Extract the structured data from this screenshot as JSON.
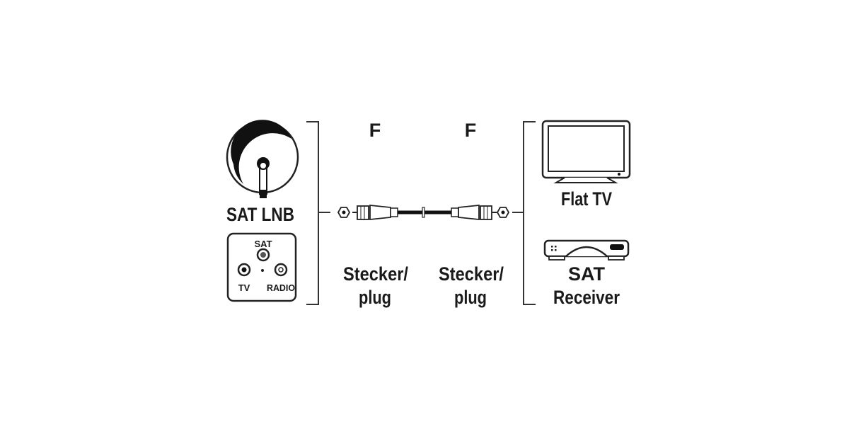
{
  "source": {
    "dish_label": "SAT LNB",
    "socket_labels": {
      "sat": "SAT",
      "tv": "TV",
      "radio": "RADIO"
    }
  },
  "cable": {
    "left_connector_type": "F",
    "right_connector_type": "F",
    "left_end": [
      "Stecker/",
      "plug"
    ],
    "right_end": [
      "Stecker/",
      "plug"
    ]
  },
  "targets": {
    "tv_label": "Flat TV",
    "receiver_label": [
      "SAT",
      "Receiver"
    ]
  }
}
